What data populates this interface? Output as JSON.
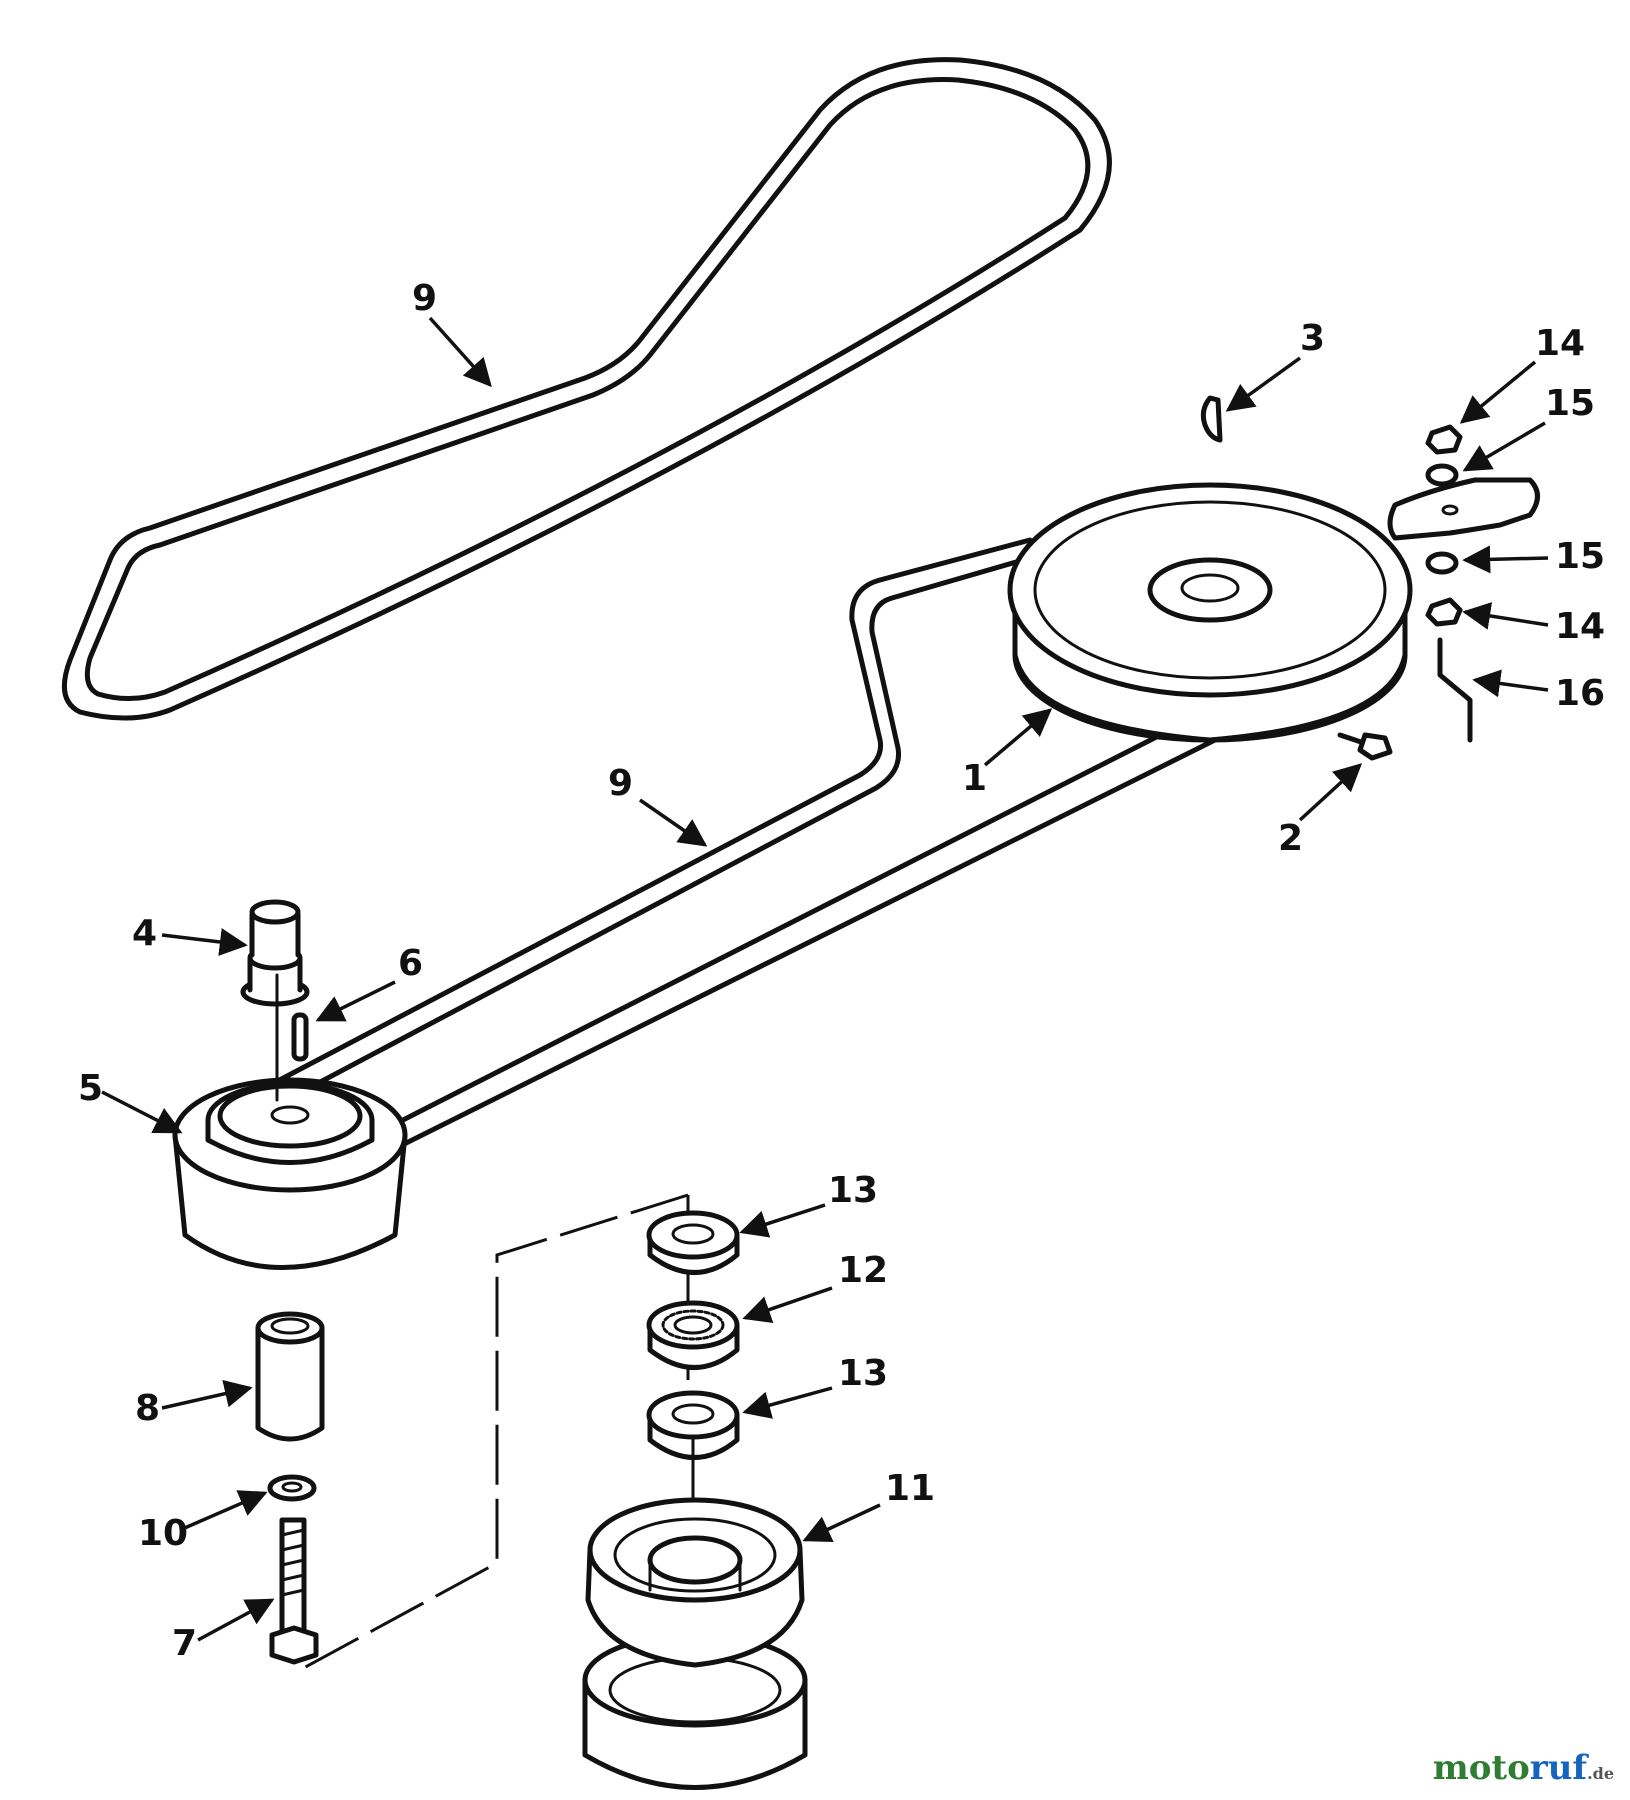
{
  "diagram": {
    "callouts": [
      {
        "id": "c9a",
        "label": "9"
      },
      {
        "id": "c3",
        "label": "3"
      },
      {
        "id": "c14a",
        "label": "14"
      },
      {
        "id": "c15a",
        "label": "15"
      },
      {
        "id": "c15b",
        "label": "15"
      },
      {
        "id": "c14b",
        "label": "14"
      },
      {
        "id": "c16",
        "label": "16"
      },
      {
        "id": "c1",
        "label": "1"
      },
      {
        "id": "c2",
        "label": "2"
      },
      {
        "id": "c9b",
        "label": "9"
      },
      {
        "id": "c4",
        "label": "4"
      },
      {
        "id": "c6",
        "label": "6"
      },
      {
        "id": "c5",
        "label": "5"
      },
      {
        "id": "c13a",
        "label": "13"
      },
      {
        "id": "c12",
        "label": "12"
      },
      {
        "id": "c13b",
        "label": "13"
      },
      {
        "id": "c8",
        "label": "8"
      },
      {
        "id": "c11",
        "label": "11"
      },
      {
        "id": "c10",
        "label": "10"
      },
      {
        "id": "c7",
        "label": "7"
      }
    ]
  },
  "watermark": {
    "part1": "moto",
    "part2": "ruf",
    "part3": ".de"
  },
  "colors": {
    "line": "#111111",
    "watermark_green": "#2e7d32",
    "watermark_blue": "#1565c0"
  }
}
